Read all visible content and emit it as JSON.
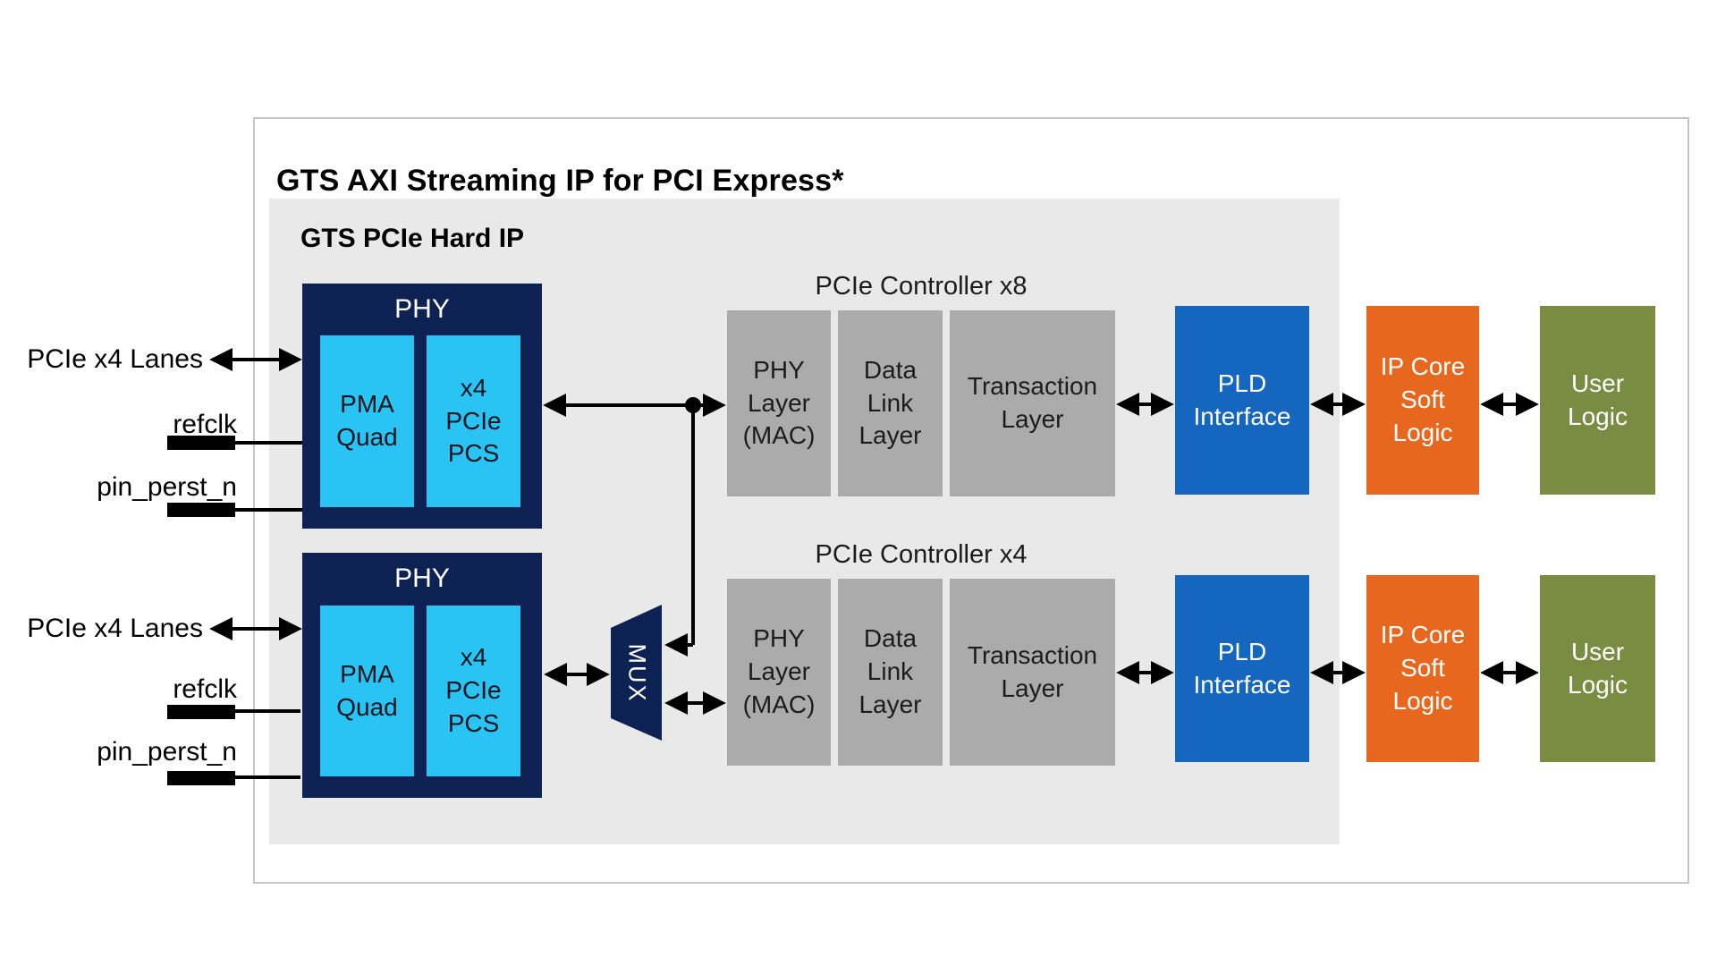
{
  "diagram_title": "GTS AXI Streaming IP for PCI Express*",
  "hard_ip_title": "GTS PCIe Hard IP",
  "phy_block": {
    "header": "PHY",
    "pma": "PMA\nQuad",
    "pcs": "x4\nPCIe\nPCS"
  },
  "mux_label": "MUX",
  "ports": {
    "lanes": "PCIe x4 Lanes",
    "refclk": "refclk",
    "perst": "pin_perst_n"
  },
  "controllers": [
    {
      "title": "PCIe Controller x8",
      "phy_layer": "PHY\nLayer\n(MAC)",
      "data_link": "Data\nLink\nLayer",
      "transaction": "Transaction\nLayer",
      "pld": "PLD\nInterface",
      "ip_core": "IP Core\nSoft\nLogic",
      "user_logic": "User\nLogic"
    },
    {
      "title": "PCIe Controller x4",
      "phy_layer": "PHY\nLayer\n(MAC)",
      "data_link": "Data\nLink\nLayer",
      "transaction": "Transaction\nLayer",
      "pld": "PLD\nInterface",
      "ip_core": "IP Core\nSoft\nLogic",
      "user_logic": "User\nLogic"
    }
  ],
  "colors": {
    "navy": "#0D2152",
    "cyan": "#29C3F4",
    "blue": "#1466BE",
    "orange": "#E8671E",
    "green": "#7A8B42",
    "block_gray": "#ABABAB",
    "panel_gray": "#E9E9EA",
    "border_gray": "#C5C5C5"
  }
}
